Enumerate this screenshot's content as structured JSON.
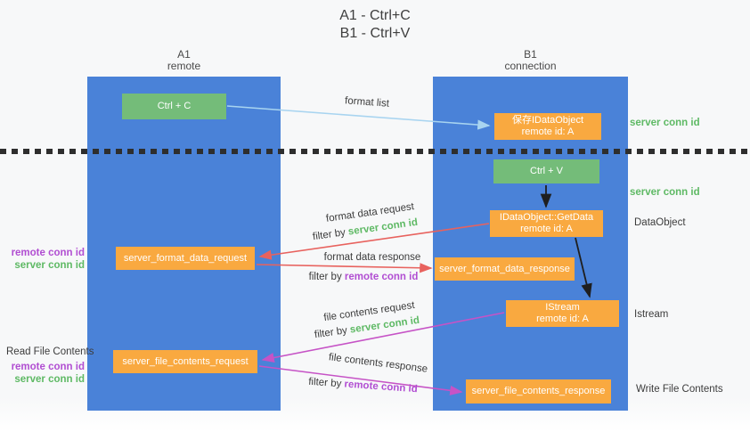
{
  "colors": {
    "column_blue": "#4a82d8",
    "box_green": "#74bc79",
    "box_orange": "#f9a940",
    "arrow_red": "#e8625e",
    "arrow_magenta": "#c653c6",
    "arrow_lightblue": "#a8d4f0",
    "arrow_black": "#1f1f1f",
    "text_green": "#5eb964",
    "text_purple": "#b14ed2",
    "text_dark": "#3f3f3f"
  },
  "title": {
    "line1": "A1 - Ctrl+C",
    "line2": "B1 - Ctrl+V"
  },
  "columns": {
    "a1": {
      "name": "A1",
      "subtitle": "remote"
    },
    "b1": {
      "name": "B1",
      "subtitle": "connection"
    }
  },
  "nodes": {
    "ctrl_c": {
      "label": "Ctrl + C"
    },
    "save_idataobject": {
      "line1": "保存IDataObject",
      "line2": "remote id: A"
    },
    "ctrl_v": {
      "label": "Ctrl + V"
    },
    "getdata": {
      "line1": "IDataObject::GetData",
      "line2": "remote id: A"
    },
    "server_format_data_request": {
      "label": "server_format_data_request"
    },
    "server_format_data_response": {
      "label": "server_format_data_response"
    },
    "istream": {
      "line1": "IStream",
      "line2": "remote id: A"
    },
    "server_file_contents_request": {
      "label": "server_file_contents_request"
    },
    "server_file_contents_response": {
      "label": "server_file_contents_response"
    }
  },
  "arrow_labels": {
    "format_list": "format list",
    "format_data_request": "format data request",
    "format_data_response": "format data response",
    "file_contents_request": "file contents request",
    "file_contents_response": "file contents response",
    "filter_by": "filter by",
    "server_conn_id": "server conn id",
    "remote_conn_id": "remote conn id"
  },
  "side_labels": {
    "server_conn_id_top": "server conn id",
    "server_conn_id_mid": "server conn id",
    "dataobject": "DataObject",
    "istream": "Istream",
    "write_file_contents": "Write File Contents",
    "read_file_contents": "Read File Contents",
    "remote_conn_id_format": "remote conn id",
    "server_conn_id_format": "server conn id",
    "remote_conn_id_file": "remote conn id",
    "server_conn_id_file": "server conn id"
  }
}
